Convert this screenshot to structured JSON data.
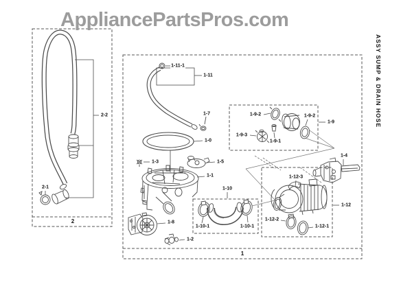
{
  "watermark": {
    "text": "AppliancePartsPros.com"
  },
  "side_title": {
    "text": "ASSY SUMP & DRAIN HOSE"
  },
  "colors": {
    "line": "#4a4a4a",
    "dash": "#555555",
    "label": "#111111",
    "watermark": "#9c9c9c",
    "background": "#ffffff"
  },
  "boxes": {
    "main_assembly": {
      "number": "1"
    },
    "drain_hose_assembly": {
      "number": "2"
    }
  },
  "labels": {
    "p1_11_1": "1-11-1",
    "p1_11": "1-11",
    "p1_7": "1-7",
    "p1_0": "1-0",
    "p1_3": "1-3",
    "p1_5": "1-5",
    "p1_1": "1-1",
    "p1_9_2a": "1-9-2",
    "p1_9_2b": "1-9-2",
    "p1_9_3": "1-9-3",
    "p1_9_1": "1-9-1",
    "p1_9": "1-9",
    "p1_4": "1-4",
    "p1_12_3": "1-12-3",
    "p1_12": "1-12",
    "p1_12_2": "1-12-2",
    "p1_12_1": "1-12-1",
    "p1_10": "1-10",
    "p1_10_1a": "1-10-1",
    "p1_10_1b": "1-10-1",
    "p1_8": "1-8",
    "p1_2": "1-2",
    "p2_1": "2-1",
    "p2_2": "2-2"
  }
}
